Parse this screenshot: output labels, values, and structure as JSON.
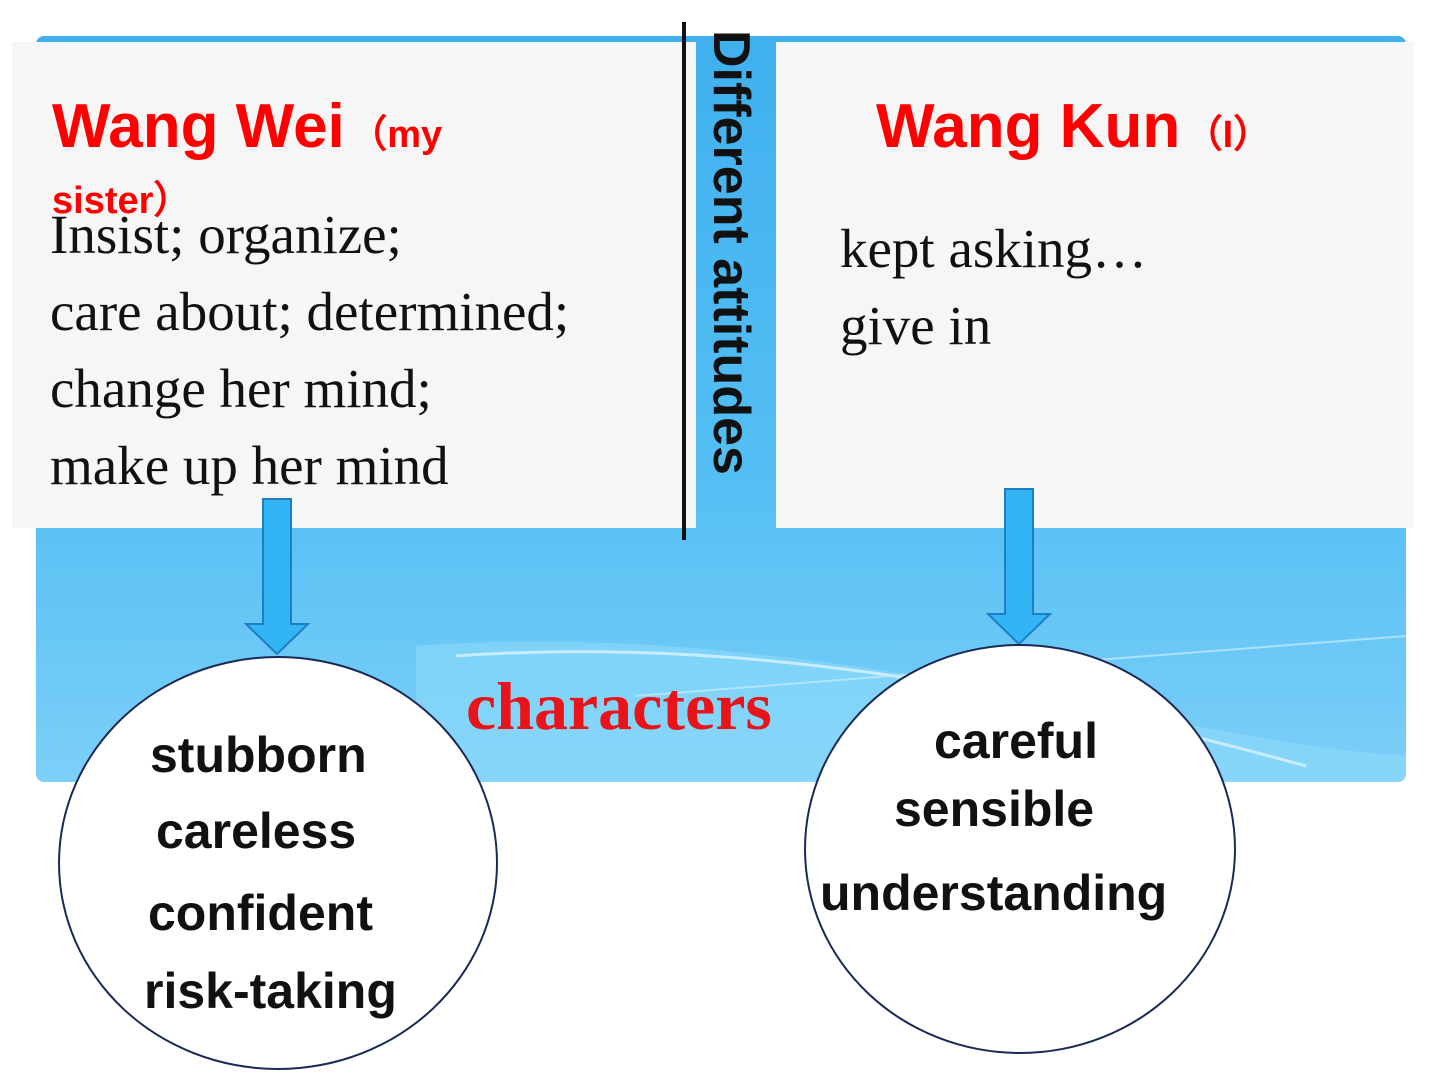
{
  "wang_wei": {
    "name": "Wang Wei",
    "note_open": "（my",
    "note_close": "sister）",
    "traits": [
      "Insist; organize;",
      "care about; determined;",
      "change her mind;",
      "make up her mind"
    ],
    "characters": [
      "stubborn",
      "careless",
      "confident",
      "risk-taking"
    ]
  },
  "wang_kun": {
    "name": "Wang Kun",
    "note": "（I）",
    "traits": [
      "kept asking…",
      "give in"
    ],
    "characters": [
      "careful",
      "sensible",
      "understanding"
    ]
  },
  "center": {
    "vertical_label": "Different attitudes",
    "characters_label": "characters"
  },
  "colors": {
    "name_red": "#ff0000",
    "characters_red": "#e8141a",
    "band_blue": "#55bff4",
    "arrow_blue": "#33b4f4",
    "circle_border": "#1a2a55"
  }
}
